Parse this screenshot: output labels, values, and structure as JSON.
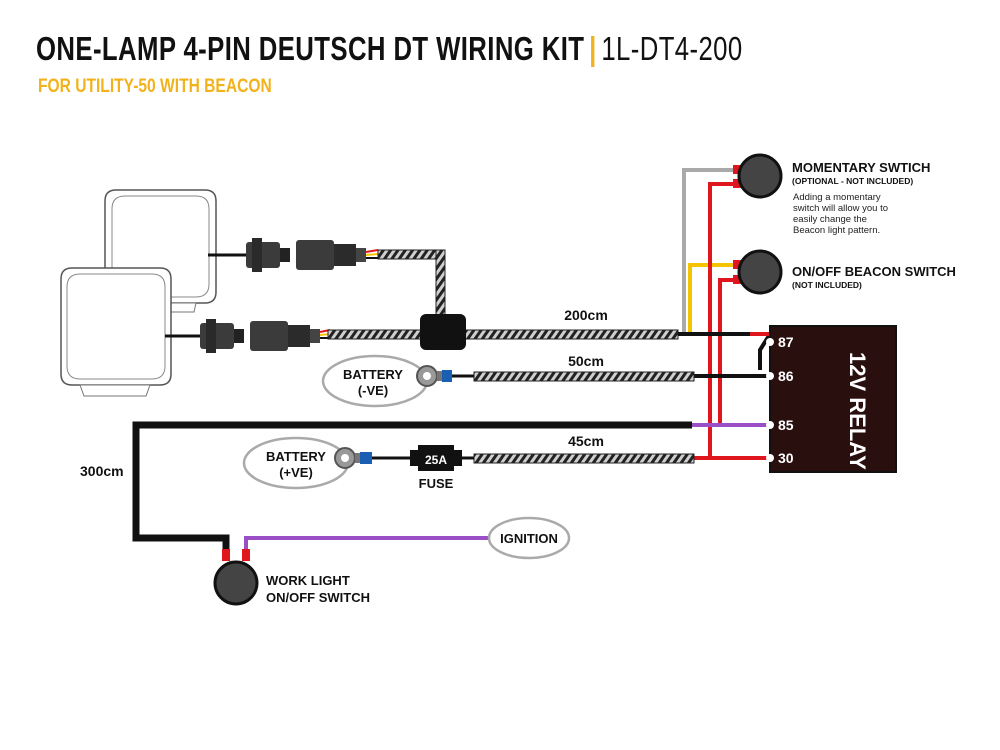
{
  "header": {
    "title_main": "ONE-LAMP 4-PIN DEUTSCH DT WIRING KIT",
    "title_sep": "|",
    "title_code": "1L-DT4-200",
    "subtitle": "FOR UTILITY-50 WITH BEACON"
  },
  "colors": {
    "accent": "#f2b21b",
    "wire_red": "#e0161f",
    "wire_purple": "#9b4fc7",
    "wire_black": "#111111",
    "wire_gray": "#a9a9a9",
    "wire_yellow": "#f5c400",
    "relay_body": "#2a0f0f"
  },
  "components": {
    "momentary_switch": {
      "title": "MOMENTARY SWTICH",
      "note": "(OPTIONAL - NOT INCLUDED)",
      "desc": [
        "Adding a momentary",
        "switch will allow you to",
        "easily change the",
        "Beacon light pattern."
      ]
    },
    "beacon_switch": {
      "title": "ON/OFF BEACON SWITCH",
      "note": "(NOT INCLUDED)"
    },
    "relay": {
      "label": "12V RELAY",
      "pins": [
        "87",
        "86",
        "85",
        "30"
      ]
    },
    "battery_neg": {
      "line1": "BATTERY",
      "line2": "(-VE)"
    },
    "battery_pos": {
      "line1": "BATTERY",
      "line2": "(+VE)"
    },
    "fuse": {
      "rating": "25A",
      "label": "FUSE"
    },
    "ignition": {
      "label": "IGNITION"
    },
    "work_switch": {
      "line1": "WORK LIGHT",
      "line2": "ON/OFF SWITCH"
    }
  },
  "cable_lengths": {
    "main": "200cm",
    "ground": "50cm",
    "power": "45cm",
    "switch": "300cm"
  },
  "icons": [
    "lamp-icon",
    "deutsch-connector-icon",
    "rocker-switch-icon",
    "ring-terminal-icon",
    "relay-icon",
    "fuse-icon"
  ]
}
